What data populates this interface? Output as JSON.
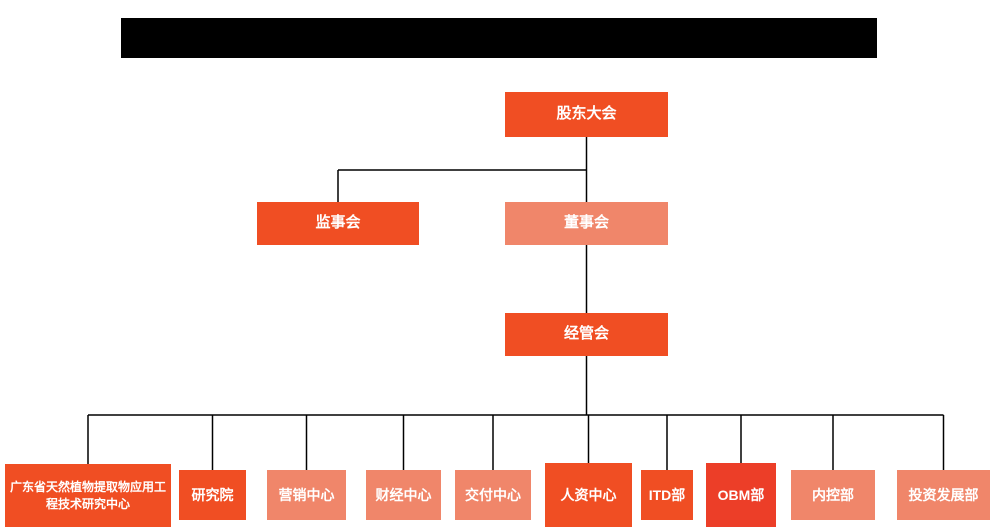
{
  "colors": {
    "box_dark": "#F04E23",
    "box_light": "#F0866A",
    "box_obm": "#EC3E28",
    "connector": "#000000",
    "box_text": "#FFFFFF",
    "redaction_bar": "#000000"
  },
  "org": {
    "connector_color": "#000000",
    "nodes": [
      {
        "id": "shareholders-meeting",
        "label": "股东大会",
        "color": "#F04E23"
      },
      {
        "id": "supervisory-board",
        "label": "监事会",
        "color": "#F04E23"
      },
      {
        "id": "board-of-directors",
        "label": "董事会",
        "color": "#F0866A"
      },
      {
        "id": "management-committee",
        "label": "经管会",
        "color": "#F04E23"
      },
      {
        "id": "guangdong-research-center",
        "label": "广东省天然植物提取物应用工程技术研究中心",
        "color": "#F04E23"
      },
      {
        "id": "research-institute",
        "label": "研究院",
        "color": "#F04E23"
      },
      {
        "id": "marketing-center",
        "label": "营销中心",
        "color": "#F0866A"
      },
      {
        "id": "finance-center",
        "label": "财经中心",
        "color": "#F0866A"
      },
      {
        "id": "delivery-center",
        "label": "交付中心",
        "color": "#F0866A"
      },
      {
        "id": "hr-center",
        "label": "人资中心",
        "color": "#F04E23"
      },
      {
        "id": "itd-department",
        "label": "ITD部",
        "color": "#F04E23"
      },
      {
        "id": "obm-department",
        "label": "OBM部",
        "color": "#EC3E28"
      },
      {
        "id": "internal-control-department",
        "label": "内控部",
        "color": "#F0866A"
      },
      {
        "id": "investment-development-dept",
        "label": "投资发展部",
        "color": "#F0866A"
      }
    ],
    "edges": [
      [
        "shareholders-meeting",
        "supervisory-board"
      ],
      [
        "shareholders-meeting",
        "board-of-directors"
      ],
      [
        "board-of-directors",
        "management-committee"
      ],
      [
        "management-committee",
        "guangdong-research-center"
      ],
      [
        "management-committee",
        "research-institute"
      ],
      [
        "management-committee",
        "marketing-center"
      ],
      [
        "management-committee",
        "finance-center"
      ],
      [
        "management-committee",
        "delivery-center"
      ],
      [
        "management-committee",
        "hr-center"
      ],
      [
        "management-committee",
        "itd-department"
      ],
      [
        "management-committee",
        "obm-department"
      ],
      [
        "management-committee",
        "internal-control-department"
      ],
      [
        "management-committee",
        "investment-development-dept"
      ]
    ]
  }
}
